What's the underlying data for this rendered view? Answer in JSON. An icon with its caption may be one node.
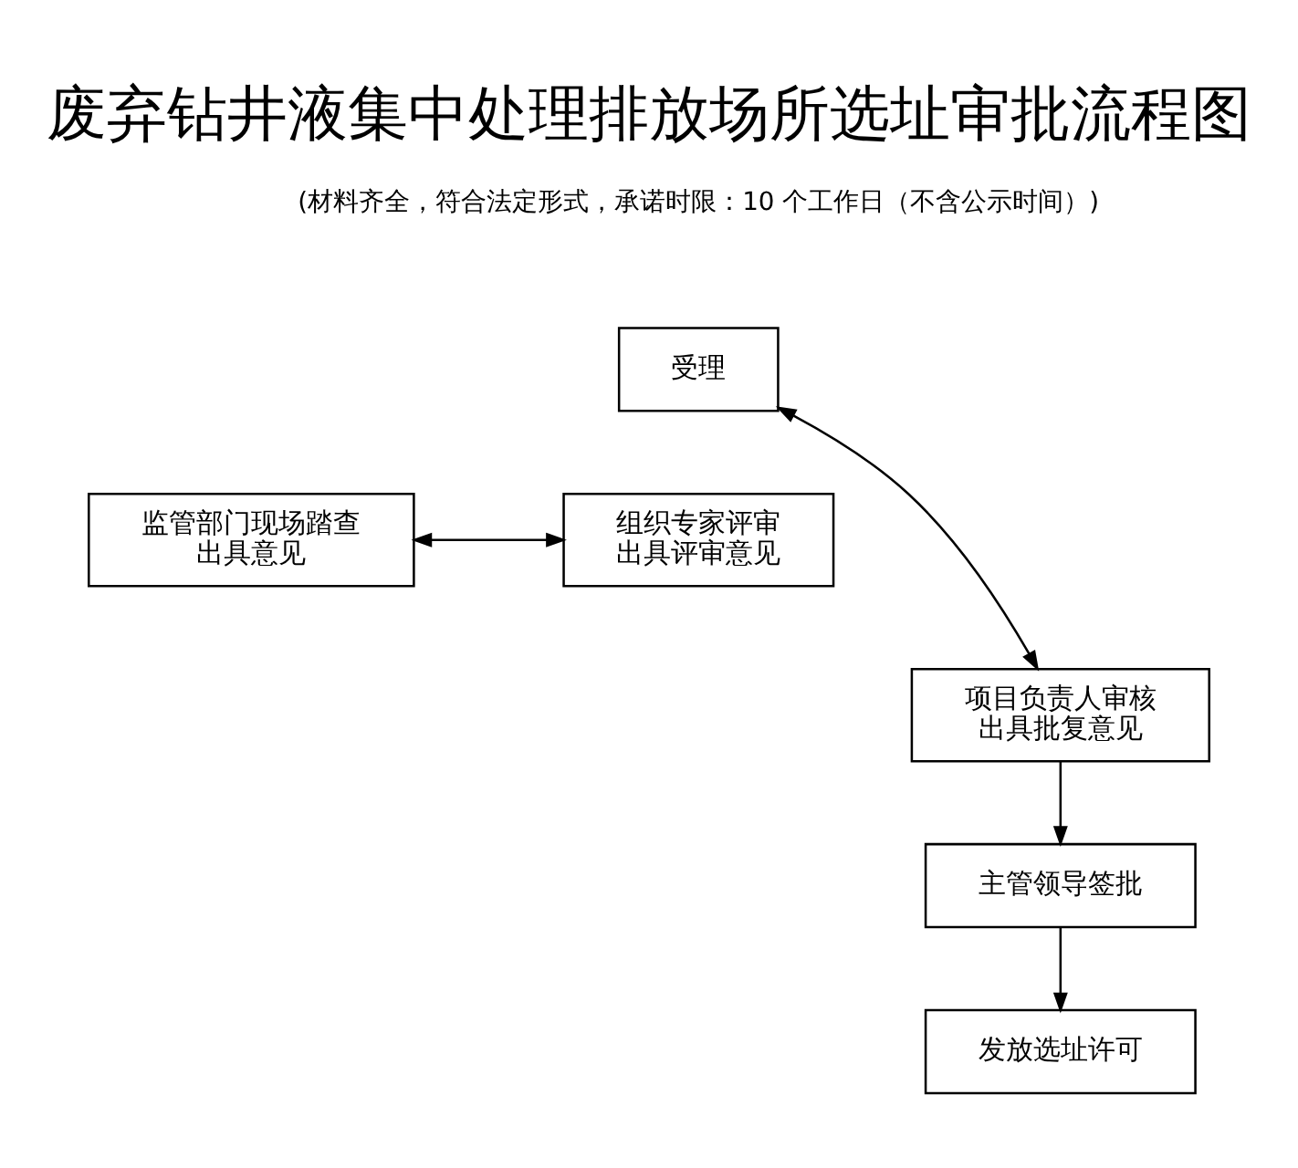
{
  "diagram": {
    "title": "废弃钻井液集中处理排放场所选址审批流程图",
    "nodes": [
      {
        "text": [
          "受理"
        ]
      },
      {
        "text": [
          "监管部门现场踏查",
          "出具意见"
        ]
      },
      {
        "text": [
          "组织专家评审",
          "出具评审意见"
        ]
      },
      {
        "text": [
          "项目负责人审核",
          "出具批复意见"
        ]
      },
      {
        "text": [
          "主管领导签批"
        ]
      },
      {
        "text": [
          "发放选址许可"
        ]
      }
    ],
    "edges": [
      {
        "from": 0,
        "to": 3,
        "arrow": "both"
      },
      {
        "from": 1,
        "to": 2,
        "arrow": "both"
      },
      {
        "from": 3,
        "to": 4,
        "arrow": "to"
      },
      {
        "from": 4,
        "to": 5,
        "arrow": "to"
      }
    ],
    "labels": [
      "(材料齐全，符合法定形式，承诺时限：10 个工作日（不含公示时间）)"
    ]
  }
}
